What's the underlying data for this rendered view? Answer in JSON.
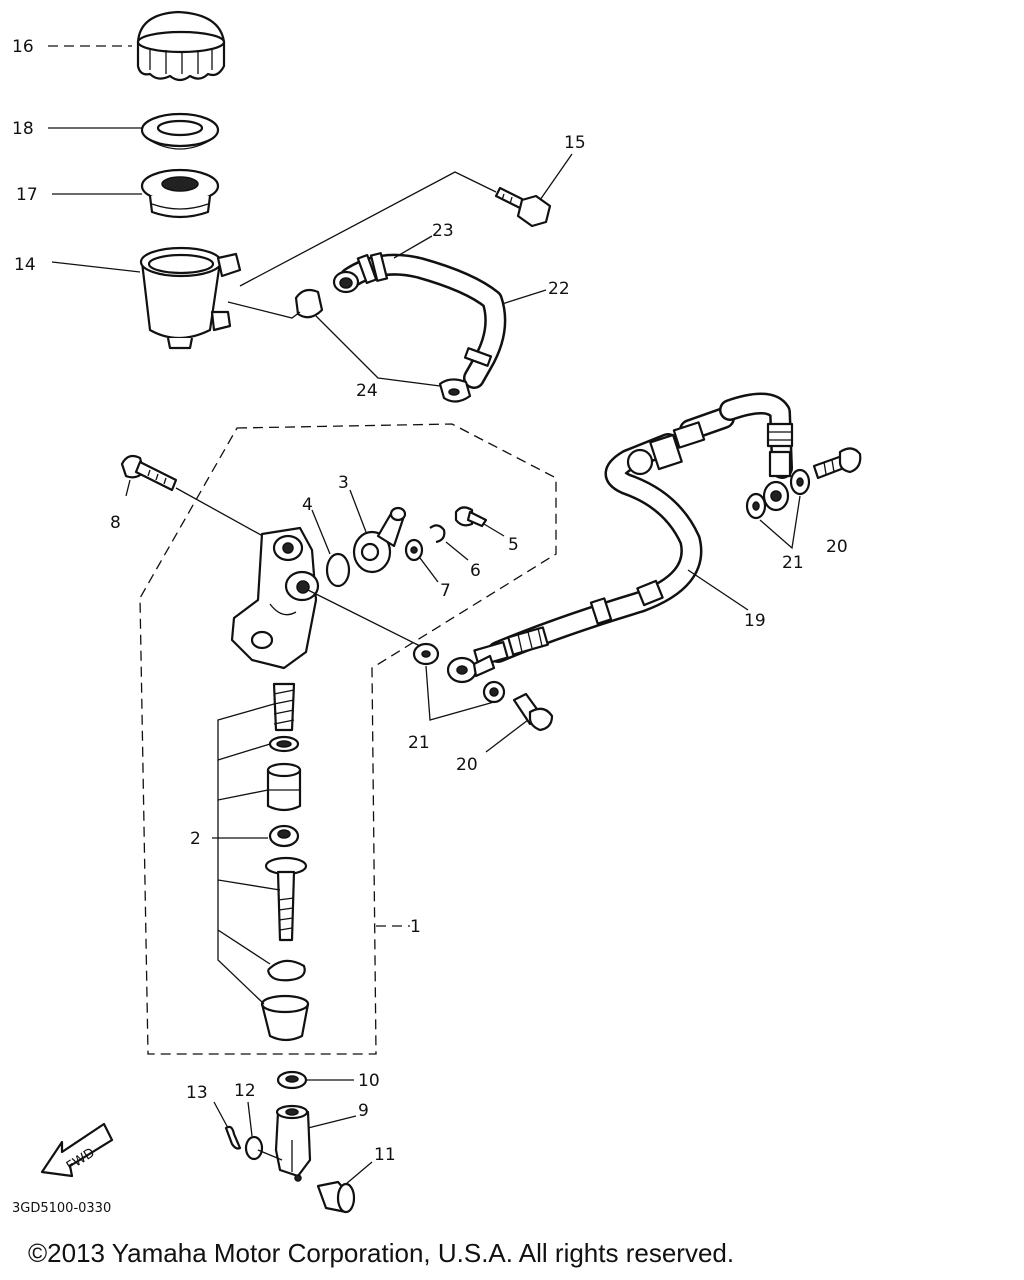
{
  "callouts": [
    {
      "id": "c16",
      "text": "16"
    },
    {
      "id": "c18",
      "text": "18"
    },
    {
      "id": "c17",
      "text": "17"
    },
    {
      "id": "c14",
      "text": "14"
    },
    {
      "id": "c15",
      "text": "15"
    },
    {
      "id": "c23",
      "text": "23"
    },
    {
      "id": "c22",
      "text": "22"
    },
    {
      "id": "c24",
      "text": "24"
    },
    {
      "id": "c8",
      "text": "8"
    },
    {
      "id": "c4",
      "text": "4"
    },
    {
      "id": "c3",
      "text": "3"
    },
    {
      "id": "c5",
      "text": "5"
    },
    {
      "id": "c6",
      "text": "6"
    },
    {
      "id": "c7",
      "text": "7"
    },
    {
      "id": "c20a",
      "text": "20"
    },
    {
      "id": "c21a",
      "text": "21"
    },
    {
      "id": "c19",
      "text": "19"
    },
    {
      "id": "c21b",
      "text": "21"
    },
    {
      "id": "c20b",
      "text": "20"
    },
    {
      "id": "c2",
      "text": "2"
    },
    {
      "id": "c1",
      "text": "1"
    },
    {
      "id": "c10",
      "text": "10"
    },
    {
      "id": "c13",
      "text": "13"
    },
    {
      "id": "c12",
      "text": "12"
    },
    {
      "id": "c9",
      "text": "9"
    },
    {
      "id": "c11",
      "text": "11"
    }
  ],
  "fwd_label": "FWD",
  "diagram_code": "3GD5100-0330",
  "copyright": "©2013 Yamaha Motor Corporation, U.S.A. All rights reserved."
}
